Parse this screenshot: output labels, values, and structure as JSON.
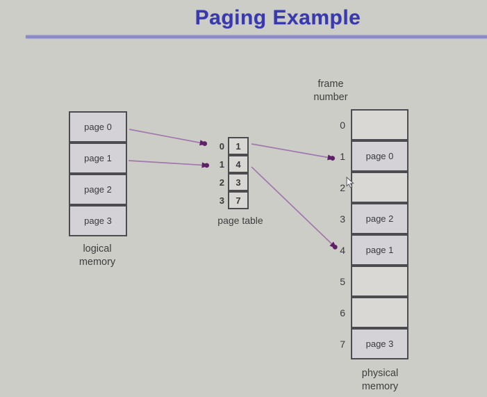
{
  "title": "Paging Example",
  "logical_memory": {
    "cells": [
      "page 0",
      "page 1",
      "page 2",
      "page 3"
    ],
    "label": "logical\nmemory"
  },
  "page_table": {
    "rows": [
      {
        "index": "0",
        "value": "1"
      },
      {
        "index": "1",
        "value": "4"
      },
      {
        "index": "2",
        "value": "3"
      },
      {
        "index": "3",
        "value": "7"
      }
    ],
    "label": "page table"
  },
  "physical_memory": {
    "column_label": "frame\nnumber",
    "frames": [
      {
        "number": "0",
        "content": ""
      },
      {
        "number": "1",
        "content": "page 0"
      },
      {
        "number": "2",
        "content": ""
      },
      {
        "number": "3",
        "content": "page 2"
      },
      {
        "number": "4",
        "content": "page 1"
      },
      {
        "number": "5",
        "content": ""
      },
      {
        "number": "6",
        "content": ""
      },
      {
        "number": "7",
        "content": "page 3"
      }
    ],
    "label": "physical\nmemory"
  },
  "colors": {
    "background": "#cdcdc8",
    "title": "#3838b0",
    "rule": "#8a8ac6",
    "border": "#4c4c50",
    "cell_fill": "#d5d2d7",
    "empty_cell_fill": "#d9d8d4",
    "arrow_line": "#a078ac",
    "arrow_head": "#5e2168"
  }
}
